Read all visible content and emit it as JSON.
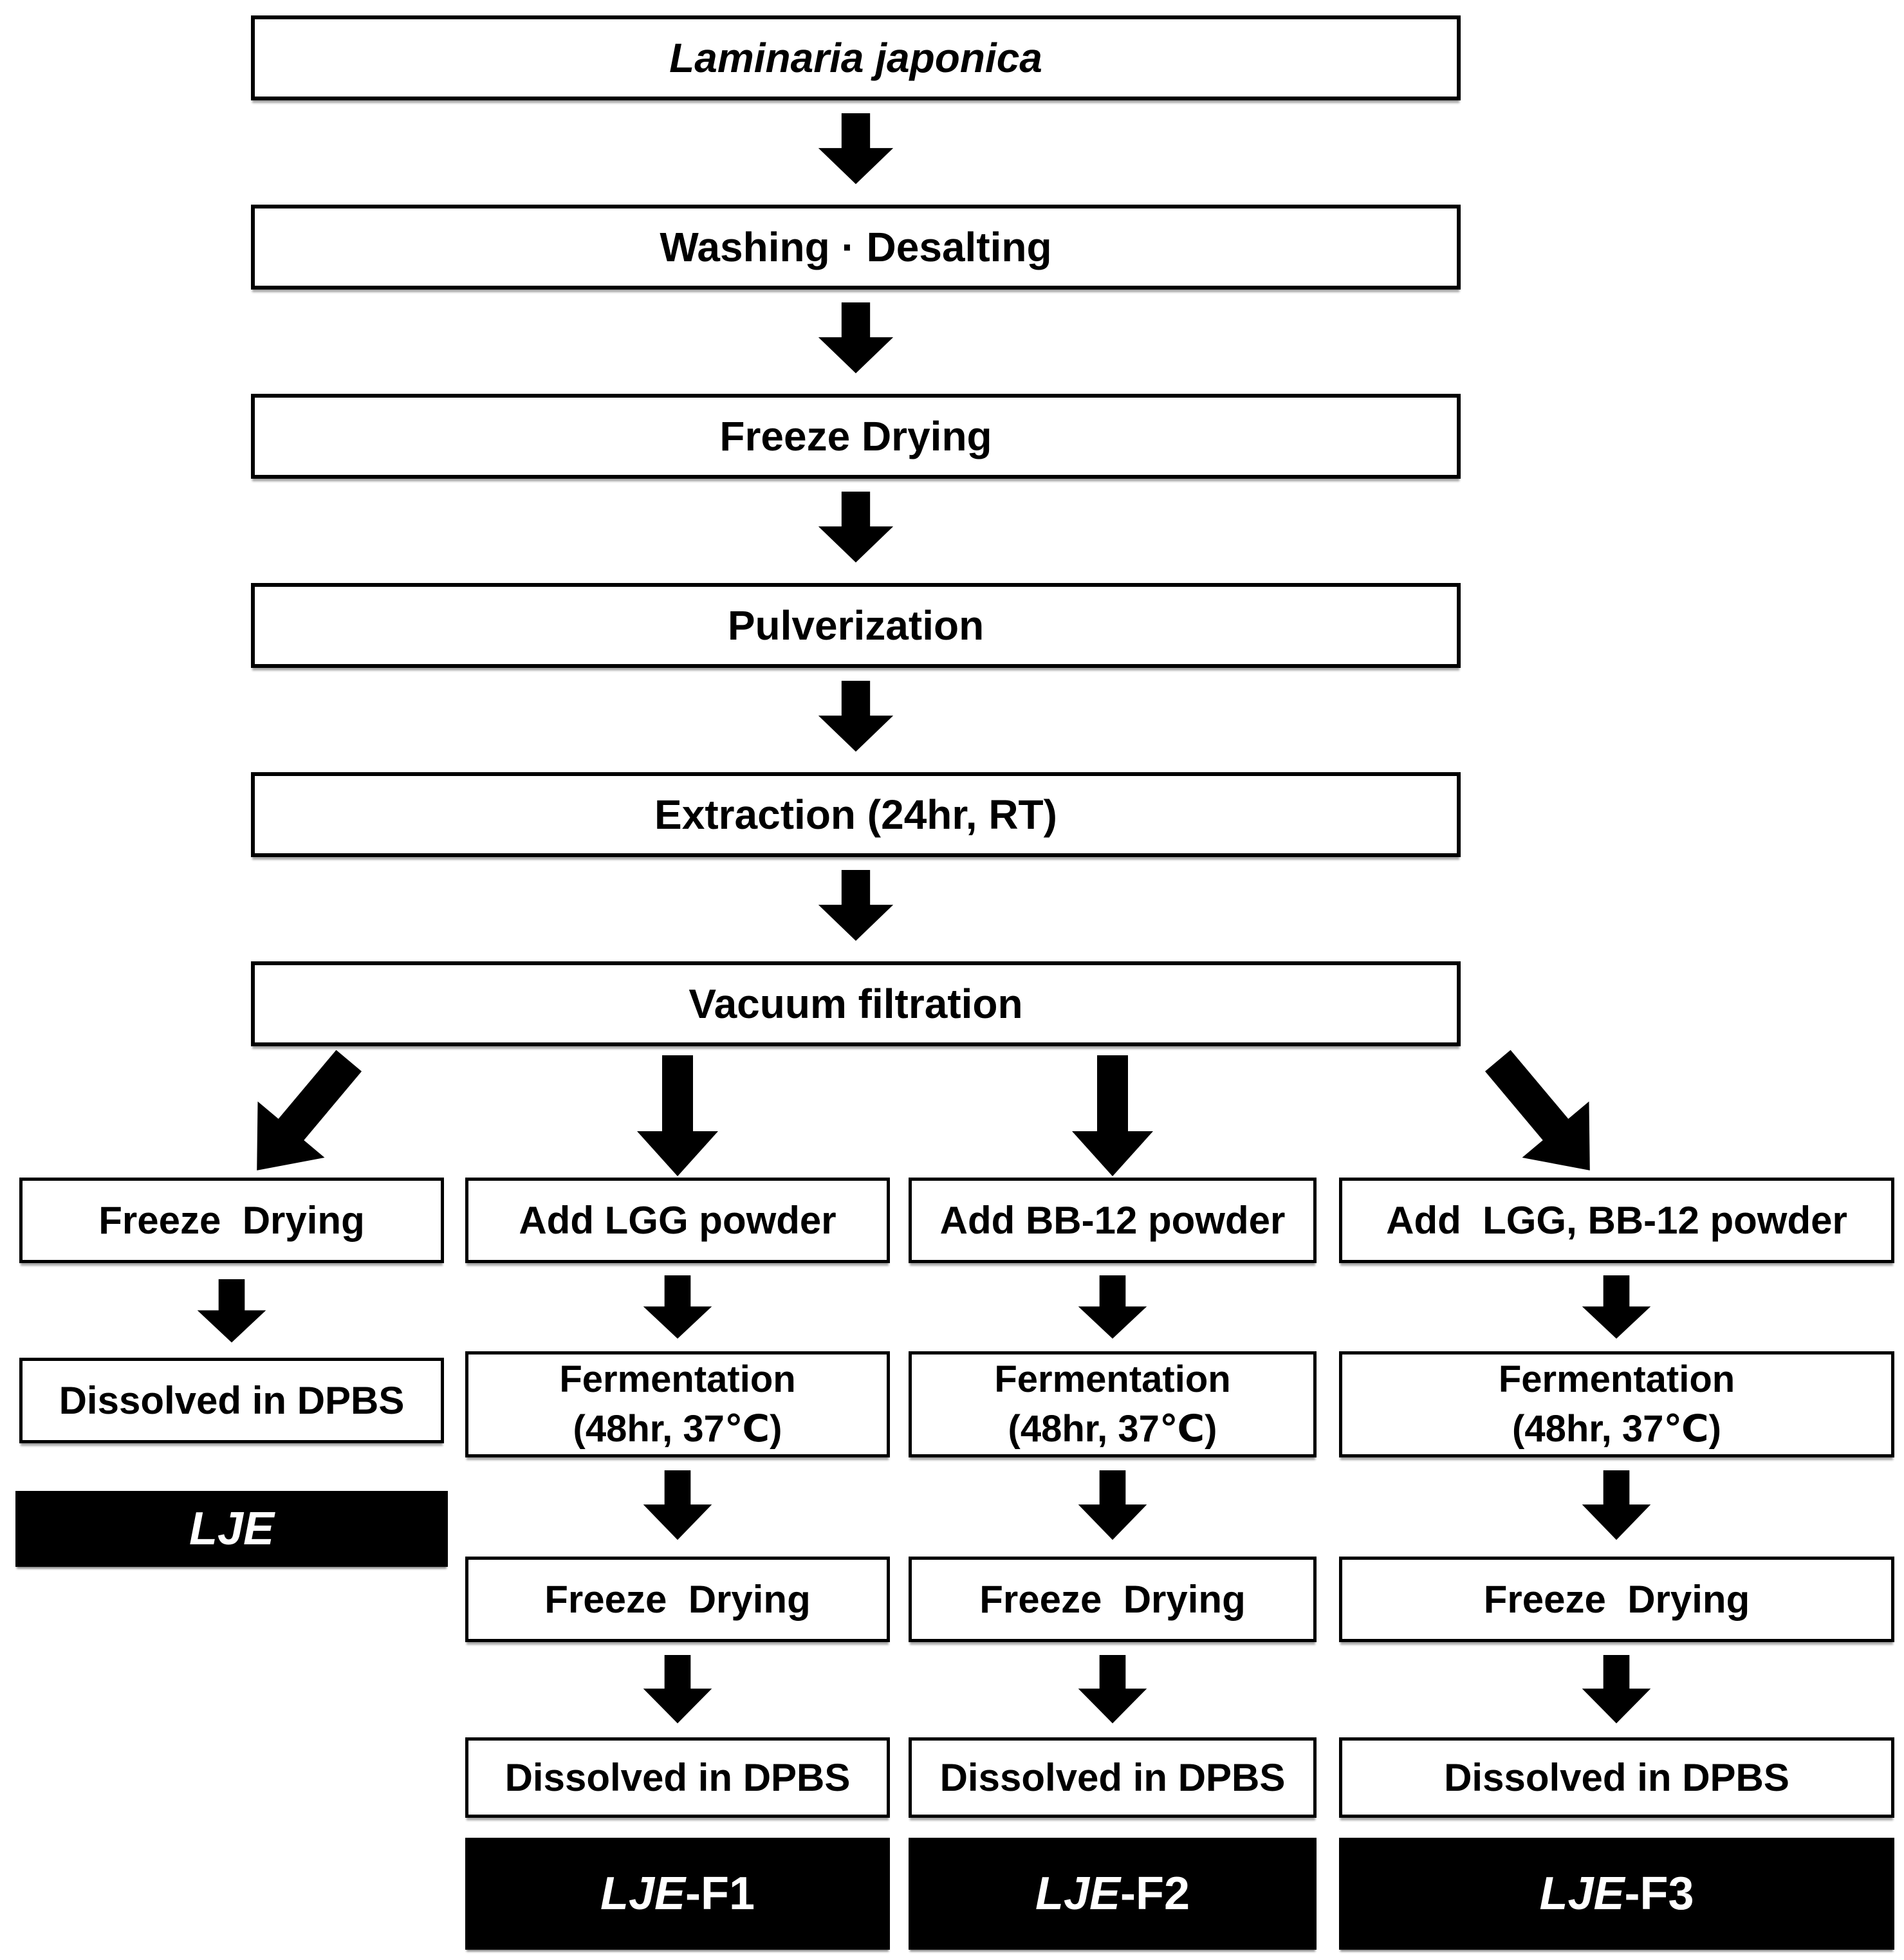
{
  "figure": {
    "background_color": "#ffffff",
    "ink_color": "#000000",
    "main_chain": [
      {
        "label": "Laminaria japonica"
      },
      {
        "label": "Washing · Desalting"
      },
      {
        "label": "Freeze Drying"
      },
      {
        "label": "Pulverization"
      },
      {
        "label": "Extraction (24hr, RT)"
      },
      {
        "label": "Vacuum filtration"
      }
    ],
    "branches": [
      {
        "step1": "Freeze  Drying",
        "dpbs": "Dissolved in DPBS",
        "result_em": "LJE",
        "result_rest": ""
      },
      {
        "step1": "Add LGG powder",
        "ferment_line1": "Fermentation",
        "ferment_line2": "(48hr, 37℃)",
        "freeze": "Freeze  Drying",
        "dpbs": "Dissolved in DPBS",
        "result_em": "LJE",
        "result_rest": "-F1"
      },
      {
        "step1": "Add BB-12 powder",
        "ferment_line1": "Fermentation",
        "ferment_line2": "(48hr, 37℃)",
        "freeze": "Freeze  Drying",
        "dpbs": "Dissolved in DPBS",
        "result_em": "LJE",
        "result_rest": "-F2"
      },
      {
        "step1": "Add  LGG, BB-12 powder",
        "ferment_line1": "Fermentation",
        "ferment_line2": "(48hr, 37℃)",
        "freeze": "Freeze  Drying",
        "dpbs": "Dissolved in DPBS",
        "result_em": "LJE",
        "result_rest": "-F3"
      }
    ]
  }
}
